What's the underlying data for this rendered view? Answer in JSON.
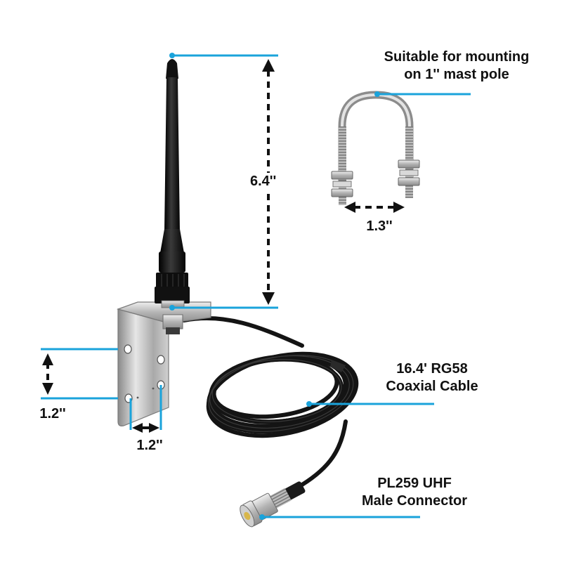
{
  "labels": {
    "mount_line1": "Suitable for mounting",
    "mount_line2": "on 1'' mast pole",
    "antenna_height": "6.4''",
    "ubolt_width": "1.3''",
    "bracket_vertical": "1.2''",
    "bracket_horizontal": "1.2''",
    "cable_line1": "16.4' RG58",
    "cable_line2": "Coaxial Cable",
    "connector_line1": "PL259 UHF",
    "connector_line2": "Male Connector"
  },
  "colors": {
    "leader": "#1aa3db",
    "dimension": "#111111",
    "antenna": "#111111",
    "metal": "#b9b9b9",
    "cable": "#141414",
    "text": "#111111"
  },
  "icons": [
    "antenna-whip",
    "u-bolt",
    "l-bracket",
    "coax-cable-coil",
    "pl259-connector"
  ]
}
